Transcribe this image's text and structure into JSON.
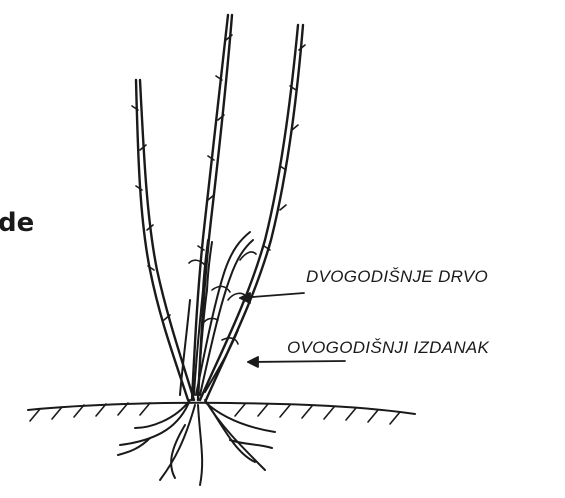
{
  "figure": {
    "cut_text": "de",
    "labels": {
      "two_year_wood": "DVOGODIŠNJE DRVO",
      "current_year_shoot": "OVOGODIŠNJI IZDANAK"
    }
  }
}
